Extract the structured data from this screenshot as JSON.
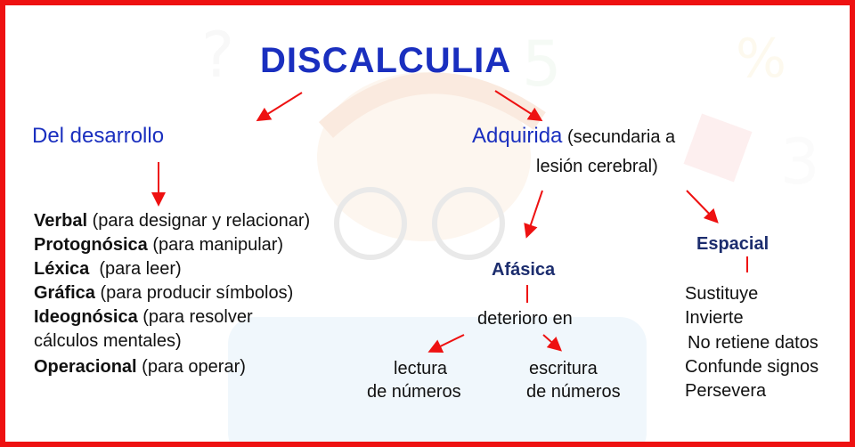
{
  "title": "DISCALCULIA",
  "branch_left": "Del desarrollo",
  "branch_right": {
    "main": "Adquirida",
    "note_line1": "(secundaria  a",
    "note_line2": "lesión cerebral)"
  },
  "developmental_types": [
    {
      "name": "Verbal",
      "desc": " (para designar y relacionar)"
    },
    {
      "name": "Protognósica",
      "desc": " (para manipular)"
    },
    {
      "name": "Léxica",
      "desc": "  (para leer)"
    },
    {
      "name": "Gráfica",
      "desc": " (para producir símbolos)"
    },
    {
      "name": "Ideognósica",
      "desc": " (para resolver"
    },
    {
      "name": "",
      "desc": "cálculos mentales)"
    },
    {
      "name": "Operacional",
      "desc": " (para operar)"
    }
  ],
  "afasica": {
    "label": "Afásica",
    "sub": "deterioro en",
    "left_line1": "lectura",
    "left_line2": "de números",
    "right_line1": "escritura",
    "right_line2": "de números"
  },
  "espacial": {
    "label": "Espacial",
    "items": [
      "Sustituye",
      "Invierte",
      "No retiene datos",
      "Confunde signos",
      "Persevera"
    ]
  },
  "colors": {
    "border": "#ee1111",
    "title": "#1a2fbf",
    "heading": "#1c2d6e",
    "arrow": "#ee1111"
  }
}
